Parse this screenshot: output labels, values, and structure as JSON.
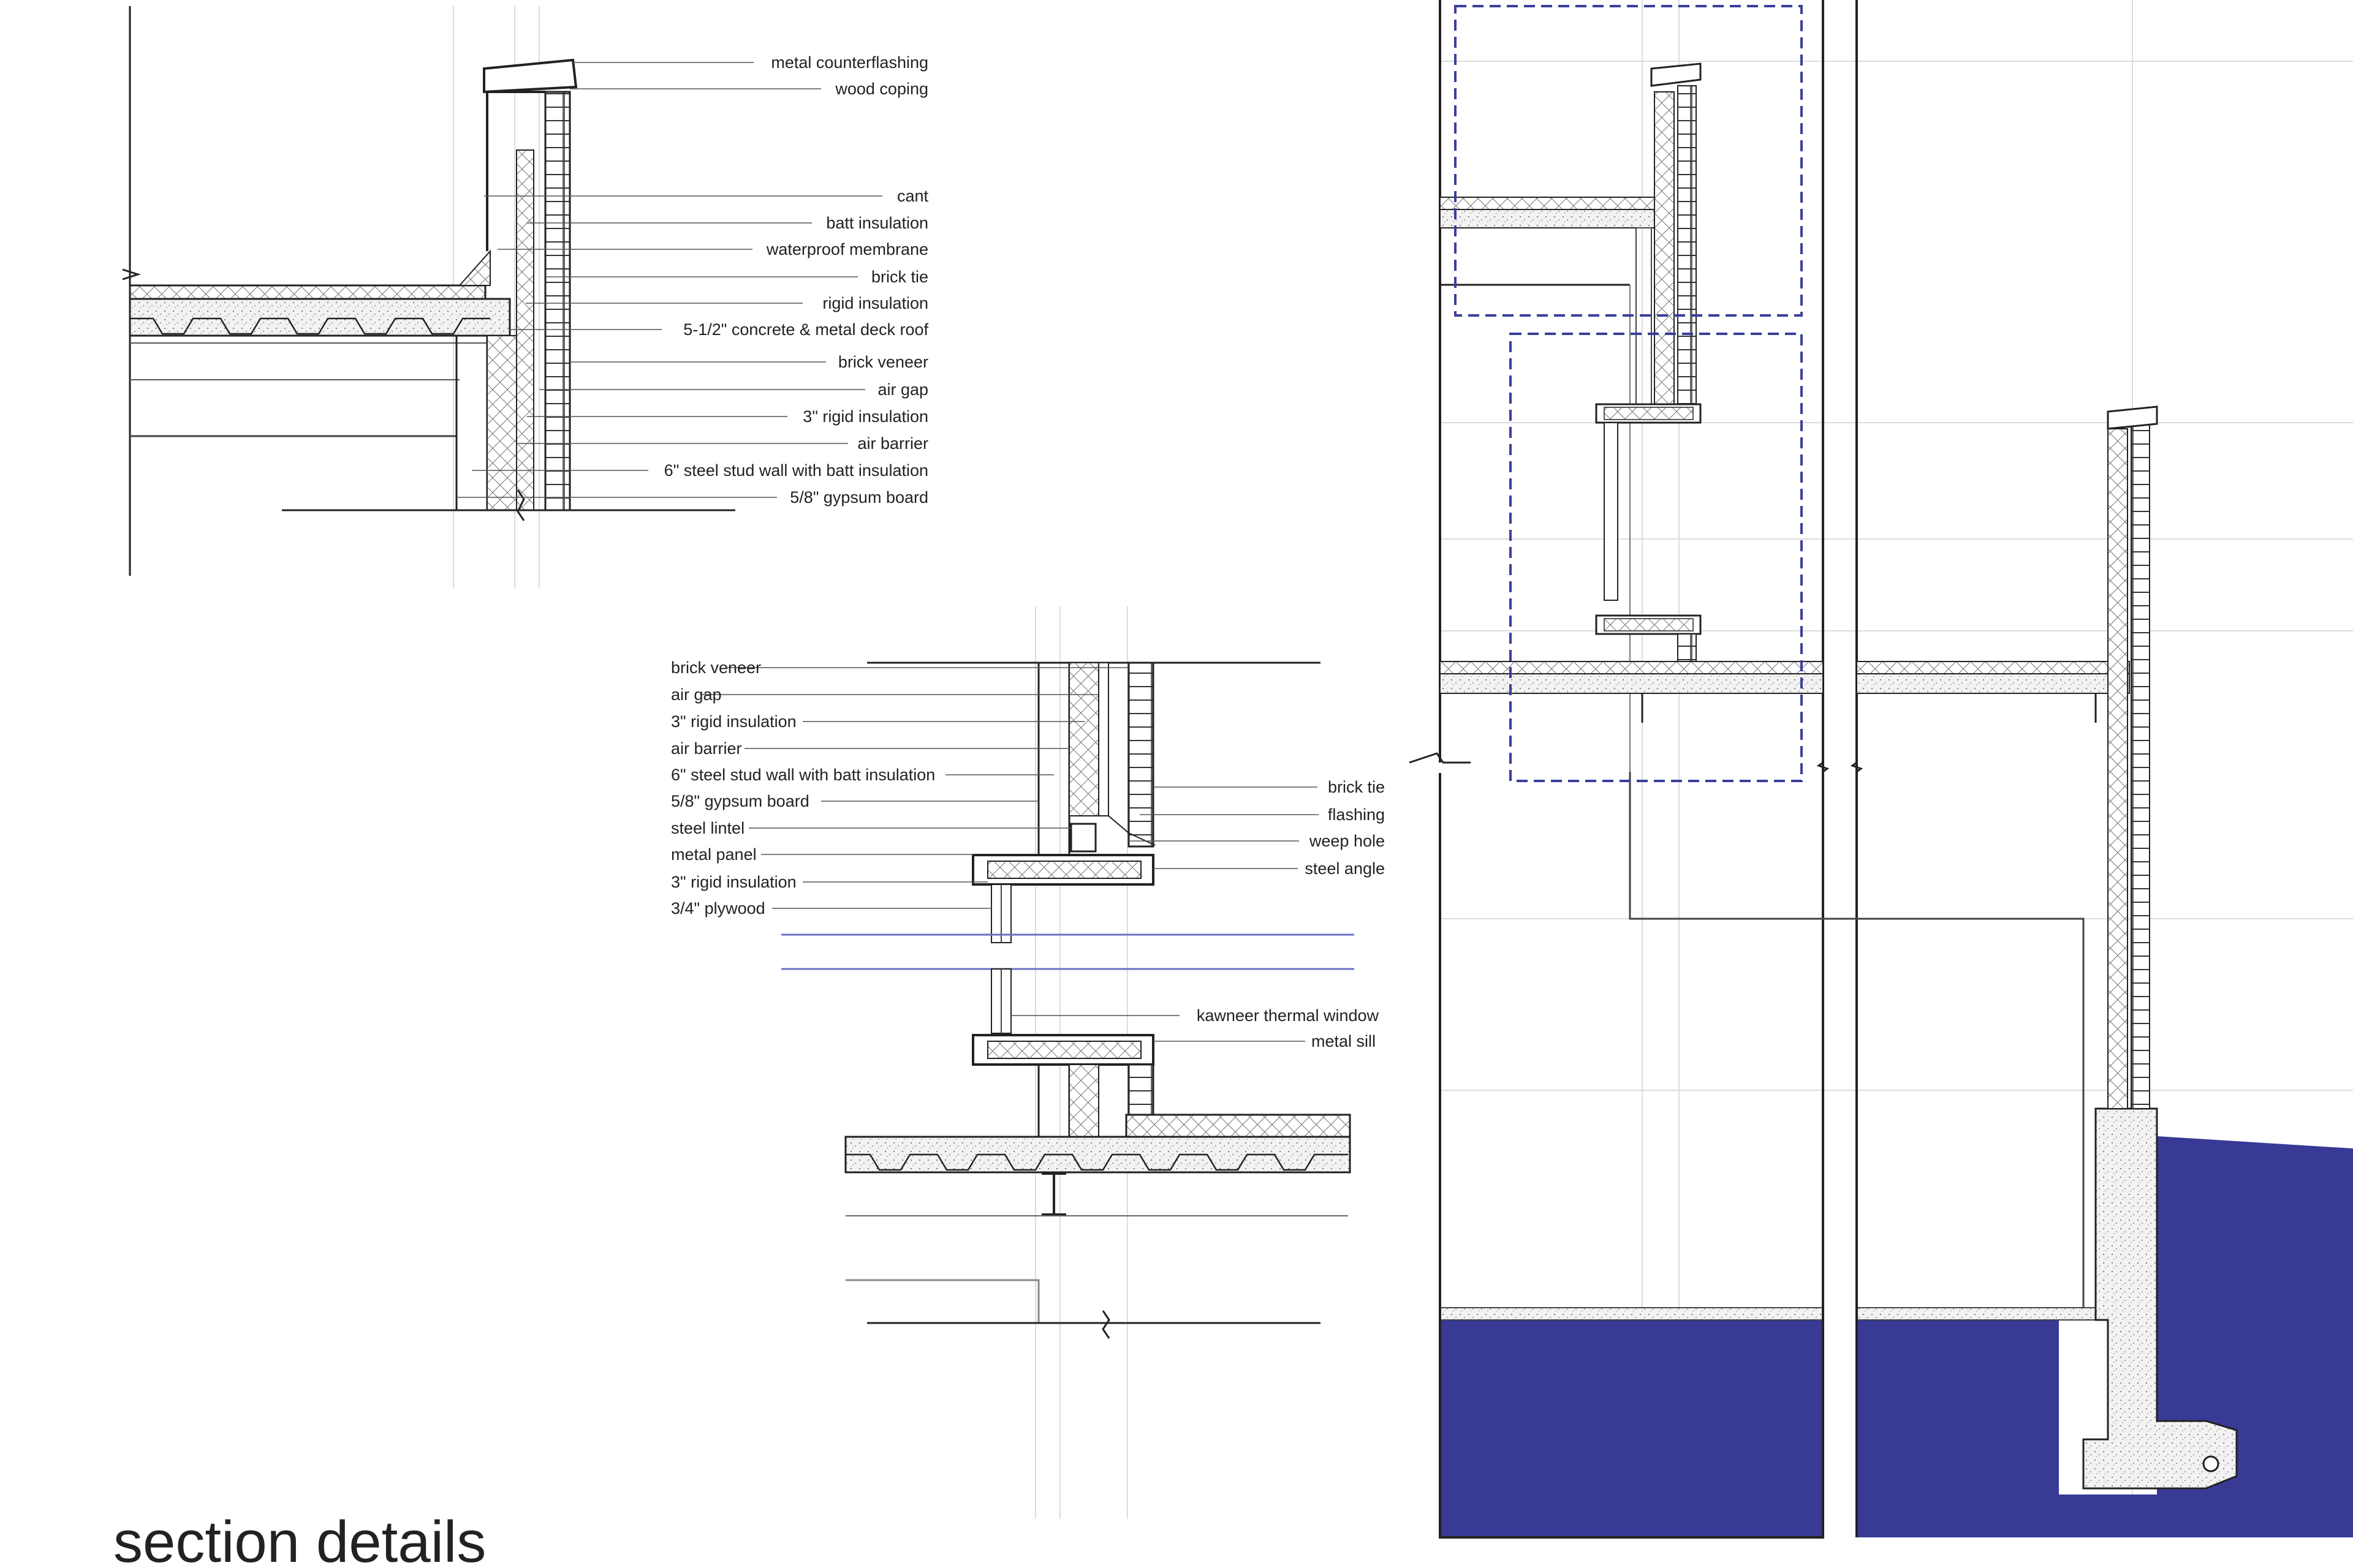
{
  "title": "section details",
  "colors": {
    "ink": "#222222",
    "soil": "#383a96",
    "detail_frame": "#3a3f9c",
    "window_line": "#6b6fc0",
    "guide": "#d9d9d9"
  },
  "roof_detail": {
    "labels": [
      "metal counterflashing",
      "wood coping",
      "cant",
      "batt insulation",
      "waterproof membrane",
      "brick tie",
      "rigid insulation",
      "5-1/2\" concrete & metal deck roof",
      "brick veneer",
      "air gap",
      "3\" rigid insulation",
      "air barrier",
      "6\" steel stud wall with batt insulation",
      "5/8\" gypsum board"
    ]
  },
  "window_detail": {
    "left_labels": [
      "brick veneer",
      "air gap",
      "3\" rigid insulation",
      "air barrier",
      "6\" steel stud wall with batt insulation",
      "5/8\" gypsum board",
      "steel lintel",
      "metal panel",
      "3\" rigid insulation",
      "3/4\" plywood"
    ],
    "right_labels_upper": [
      "brick tie",
      "flashing",
      "weep hole",
      "steel angle"
    ],
    "right_labels_lower": [
      "kawneer thermal window",
      "metal sill"
    ]
  }
}
